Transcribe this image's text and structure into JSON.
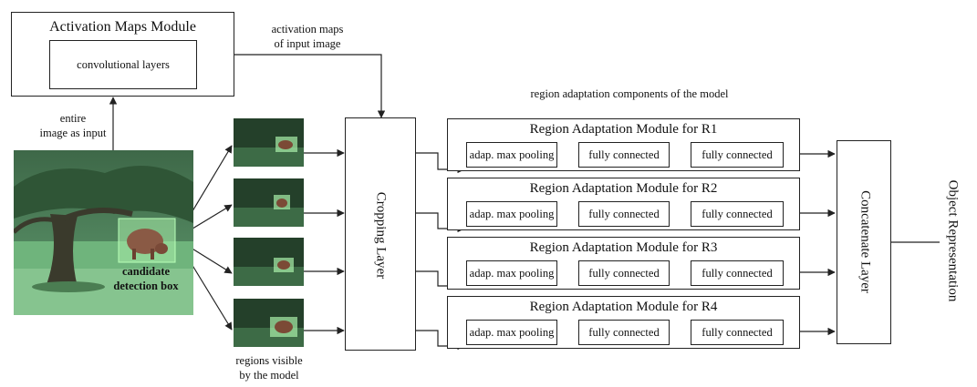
{
  "activation_module": {
    "title": "Activation Maps Module",
    "inner": "convolutional layers"
  },
  "labels": {
    "entire_input": [
      "entire",
      "image as input"
    ],
    "activation_maps": [
      "activation maps",
      "of input image"
    ],
    "region_components": "region adaptation components of the model",
    "regions_visible": [
      "regions visible",
      "by the model"
    ],
    "candidate": [
      "candidate",
      "detection box"
    ]
  },
  "cropping_layer": "Cropping  Layer",
  "concatenate_layer": "Concatenate Layer",
  "output": "Object Representation",
  "region_modules": [
    {
      "title": "Region Adaptation Module for R1",
      "steps": [
        "adap. max pooling",
        "fully connected",
        "fully connected"
      ]
    },
    {
      "title": "Region Adaptation Module for R2",
      "steps": [
        "adap. max pooling",
        "fully connected",
        "fully connected"
      ]
    },
    {
      "title": "Region Adaptation Module for R3",
      "steps": [
        "adap. max pooling",
        "fully connected",
        "fully connected"
      ]
    },
    {
      "title": "Region Adaptation Module for R4",
      "steps": [
        "adap. max pooling",
        "fully connected",
        "fully connected"
      ]
    }
  ],
  "colors": {
    "line": "#222222",
    "grass": "#3f8f4a",
    "highlight": "#9cf09c"
  }
}
